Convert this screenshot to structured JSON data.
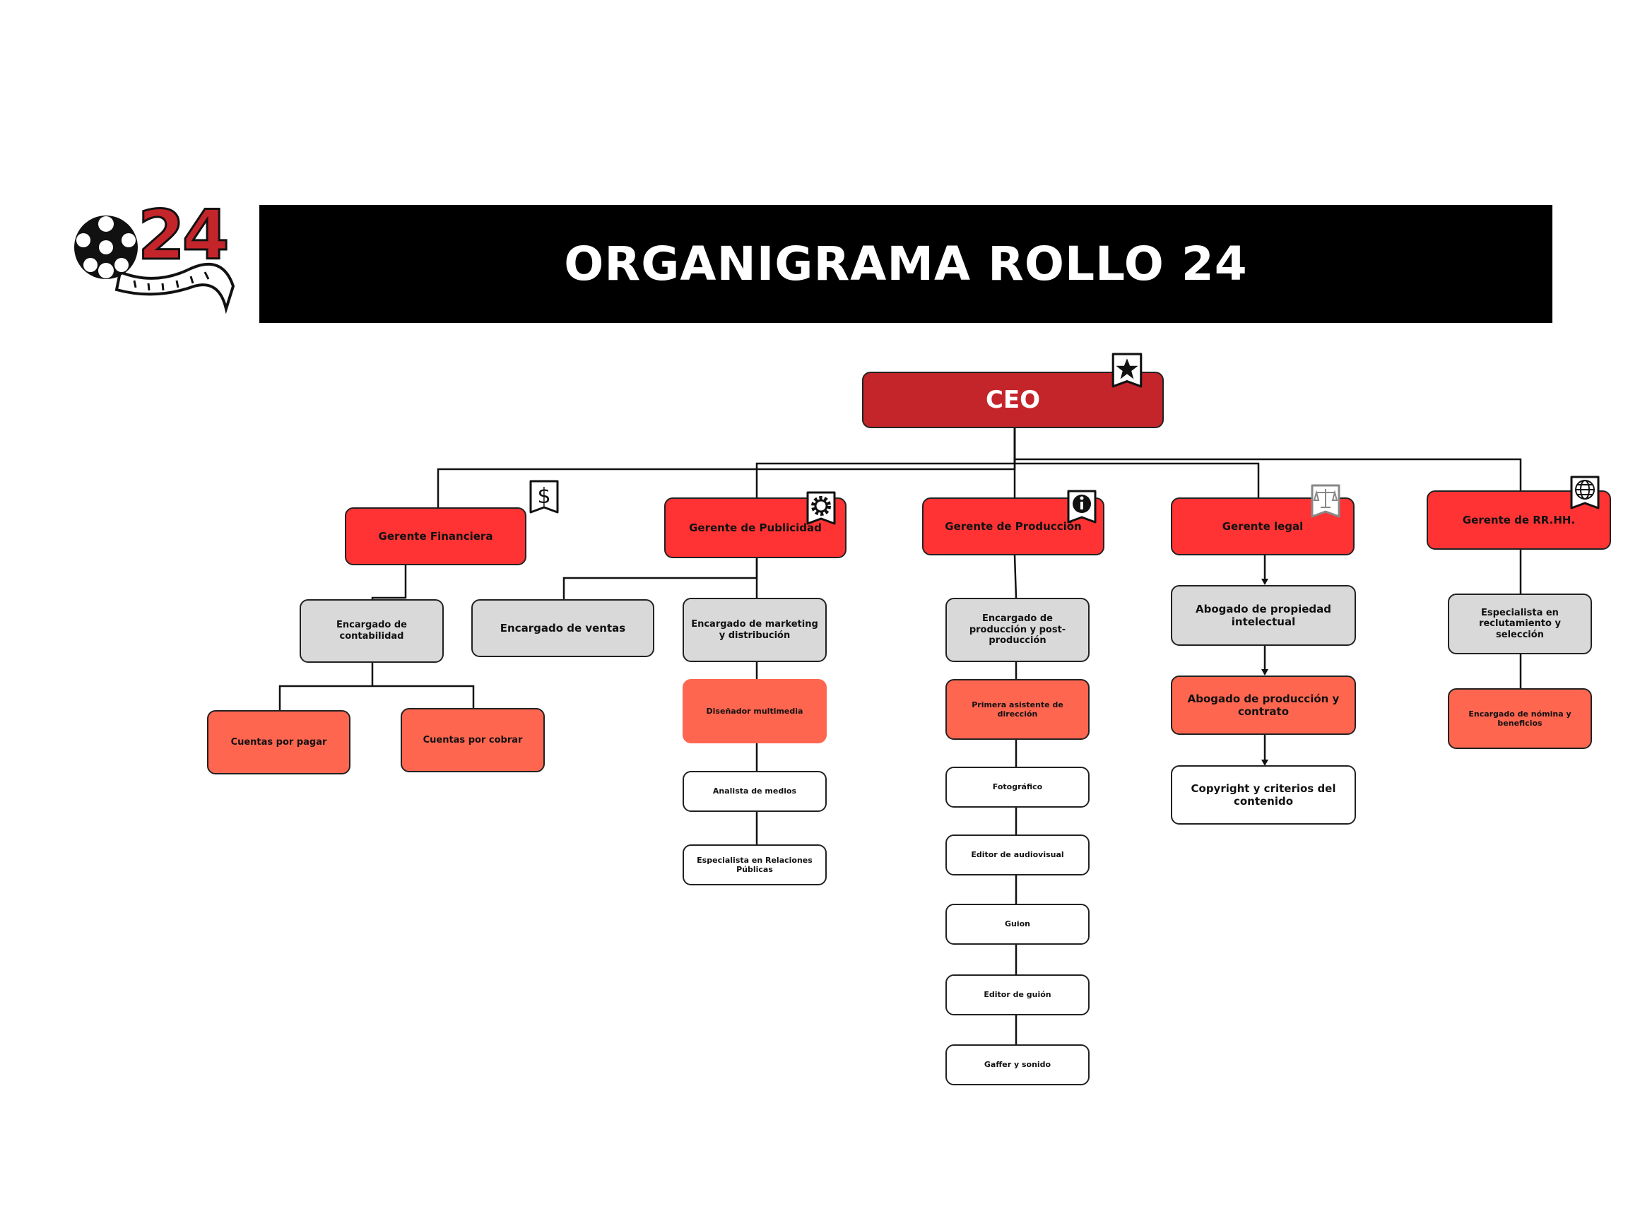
{
  "title": "ORGANIGRAMA ROLLO 24",
  "logo": {
    "text": "24",
    "icon": "film-reel-logo",
    "accent": "#c4252b"
  },
  "colors": {
    "ceo": "#c4252b",
    "manager": "#ff3333",
    "grey": "#d9d9d9",
    "salmon": "#ff6650",
    "white": "#ffffff"
  },
  "nodes": {
    "ceo": "CEO",
    "fin": "Gerente Financiera",
    "pub": "Gerente de Publicidad",
    "prod": "Gerente de Producción",
    "legal": "Gerente legal",
    "rrhh": "Gerente de RR.HH.",
    "conta": "Encargado de contabilidad",
    "pagar": "Cuentas por pagar",
    "cobrar": "Cuentas por cobrar",
    "ventas": "Encargado de ventas",
    "mkt": "Encargado de marketing y distribución",
    "disenador": "Diseñador multimedia",
    "analista": "Analista de medios",
    "rrpp": "Especialista en Relaciones Públicas",
    "prodpost": "Encargado de producción y post-producción",
    "asist": "Primera asistente de dirección",
    "foto": "Fotográfico",
    "editorav": "Editor de audiovisual",
    "guion": "Guion",
    "editorg": "Editor de guión",
    "gaffer": "Gaffer y sonido",
    "abpi": "Abogado de propiedad intelectual",
    "abprod": "Abogado de producción y contrato",
    "copy": "Copyright y criterios del contenido",
    "recl": "Especialista en reclutamiento y selección",
    "nomina": "Encargado de nómina y beneficios"
  },
  "icons": {
    "ceo": "star-icon",
    "fin": "dollar-icon",
    "pub": "gear-icon",
    "prod": "info-icon",
    "legal": "scales-icon",
    "rrhh": "globe-icon"
  }
}
